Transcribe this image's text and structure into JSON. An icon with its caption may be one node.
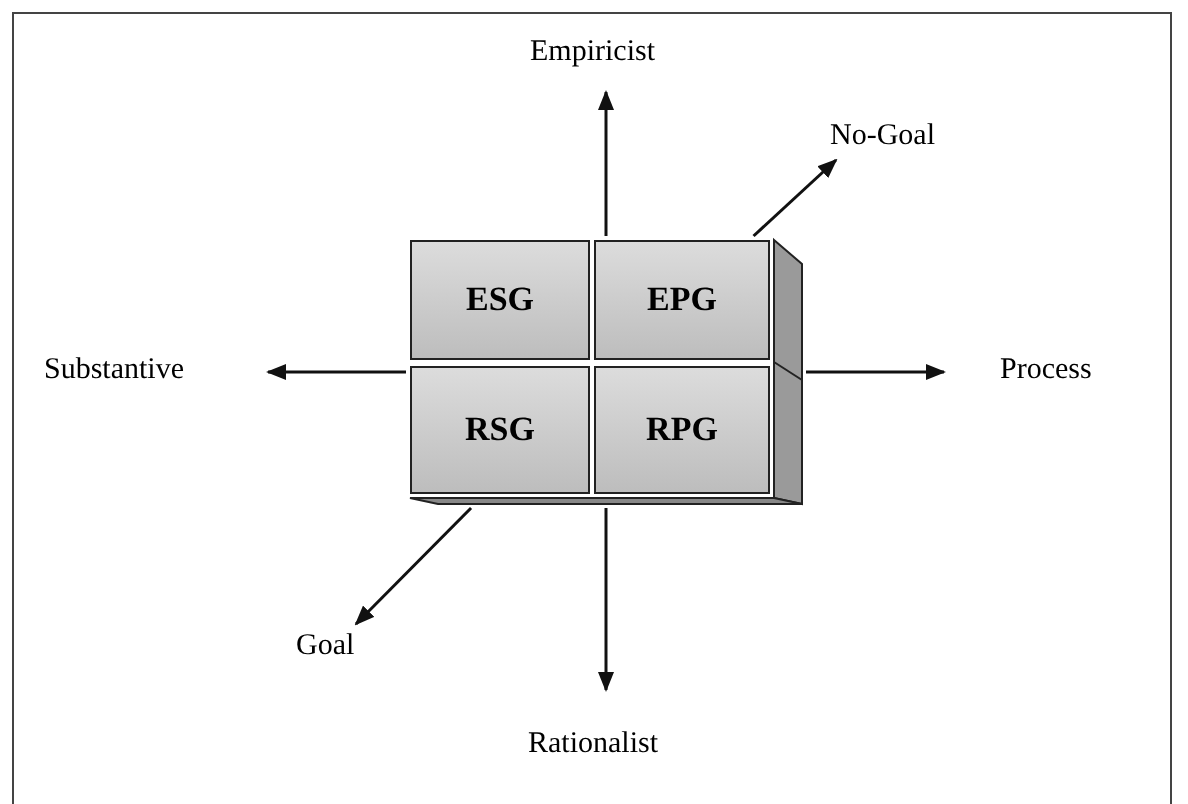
{
  "diagram": {
    "nodes": [
      {
        "text": [],
        "shape": "box"
      },
      {
        "text": [
          "ESG"
        ],
        "in": 0
      },
      {
        "text": [
          "EPG"
        ],
        "in": 0
      },
      {
        "text": [
          "RSG"
        ],
        "in": 0
      },
      {
        "text": [
          "RPG"
        ],
        "in": 0
      },
      {
        "text": [
          "Empiricist"
        ]
      },
      {
        "text": [
          "No-Goal"
        ]
      },
      {
        "text": [
          "Substantive"
        ]
      },
      {
        "text": [
          "Process"
        ]
      },
      {
        "text": [
          "Goal"
        ]
      },
      {
        "text": [
          "Rationalist"
        ]
      }
    ],
    "edges": [
      {
        "from": 0,
        "to": 5,
        "arrow": "to"
      },
      {
        "from": 0,
        "to": 6,
        "arrow": "to"
      },
      {
        "from": 0,
        "to": 7,
        "arrow": "to"
      },
      {
        "from": 0,
        "to": 8,
        "arrow": "to"
      },
      {
        "from": 0,
        "to": 9,
        "arrow": "to"
      },
      {
        "from": 0,
        "to": 10,
        "arrow": "to"
      }
    ]
  }
}
